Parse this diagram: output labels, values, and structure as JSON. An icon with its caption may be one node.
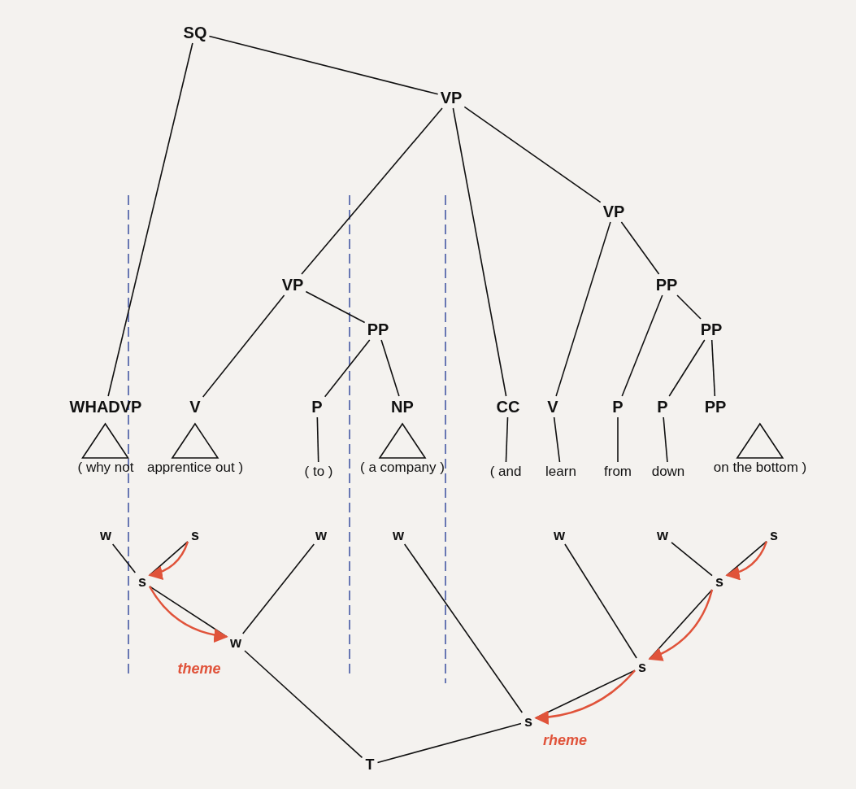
{
  "diagram": {
    "nodes": [
      {
        "text": [
          "SQ"
        ]
      },
      {
        "text": [
          "VP"
        ]
      },
      {
        "text": [
          "VP"
        ]
      },
      {
        "text": [
          "VP"
        ]
      },
      {
        "text": [
          "PP"
        ]
      },
      {
        "text": [
          "PP"
        ]
      },
      {
        "text": [
          "PP"
        ]
      },
      {
        "text": [
          "WHADVP"
        ]
      },
      {
        "text": [
          "V"
        ]
      },
      {
        "text": [
          "P"
        ]
      },
      {
        "text": [
          "NP"
        ]
      },
      {
        "text": [
          "CC"
        ]
      },
      {
        "text": [
          "V"
        ]
      },
      {
        "text": [
          "P"
        ]
      },
      {
        "text": [
          "P"
        ]
      },
      {
        "text": [
          "PP"
        ]
      },
      {
        "text": [
          "( why not"
        ]
      },
      {
        "text": [
          "apprentice out )"
        ]
      },
      {
        "text": [
          "( to )"
        ]
      },
      {
        "text": [
          "( a company )"
        ]
      },
      {
        "text": [
          "( and"
        ]
      },
      {
        "text": [
          "learn"
        ]
      },
      {
        "text": [
          "from"
        ]
      },
      {
        "text": [
          "down"
        ]
      },
      {
        "text": [
          "on the bottom )"
        ]
      },
      {
        "text": [
          "w"
        ]
      },
      {
        "text": [
          "s"
        ]
      },
      {
        "text": [
          "w"
        ]
      },
      {
        "text": [
          "w"
        ]
      },
      {
        "text": [
          "w"
        ]
      },
      {
        "text": [
          "w"
        ]
      },
      {
        "text": [
          "s"
        ]
      },
      {
        "text": [
          "s"
        ]
      },
      {
        "text": [
          "s"
        ]
      },
      {
        "text": [
          "w"
        ]
      },
      {
        "text": [
          "s"
        ]
      },
      {
        "text": [
          "s"
        ]
      },
      {
        "text": [
          "T"
        ]
      }
    ],
    "edges": [
      {
        "from": 0,
        "to": 7,
        "arrow": "none"
      },
      {
        "from": 0,
        "to": 1,
        "arrow": "none"
      },
      {
        "from": 1,
        "to": 2,
        "arrow": "none"
      },
      {
        "from": 1,
        "to": 11,
        "arrow": "none"
      },
      {
        "from": 1,
        "to": 3,
        "arrow": "none"
      },
      {
        "from": 2,
        "to": 8,
        "arrow": "none"
      },
      {
        "from": 2,
        "to": 5,
        "arrow": "none"
      },
      {
        "from": 5,
        "to": 9,
        "arrow": "none"
      },
      {
        "from": 5,
        "to": 10,
        "arrow": "none"
      },
      {
        "from": 3,
        "to": 12,
        "arrow": "none"
      },
      {
        "from": 3,
        "to": 4,
        "arrow": "none"
      },
      {
        "from": 4,
        "to": 13,
        "arrow": "none"
      },
      {
        "from": 4,
        "to": 6,
        "arrow": "none"
      },
      {
        "from": 6,
        "to": 14,
        "arrow": "none"
      },
      {
        "from": 6,
        "to": 15,
        "arrow": "none"
      },
      {
        "from": 9,
        "to": 18,
        "arrow": "none"
      },
      {
        "from": 11,
        "to": 20,
        "arrow": "none"
      },
      {
        "from": 12,
        "to": 21,
        "arrow": "none"
      },
      {
        "from": 13,
        "to": 22,
        "arrow": "none"
      },
      {
        "from": 14,
        "to": 23,
        "arrow": "none"
      },
      {
        "from": 25,
        "to": 32,
        "arrow": "none"
      },
      {
        "from": 26,
        "to": 32,
        "arrow": "none"
      },
      {
        "from": 32,
        "to": 34,
        "arrow": "none"
      },
      {
        "from": 27,
        "to": 34,
        "arrow": "none"
      },
      {
        "from": 34,
        "to": 37,
        "arrow": "none"
      },
      {
        "from": 30,
        "to": 33,
        "arrow": "none"
      },
      {
        "from": 31,
        "to": 33,
        "arrow": "none"
      },
      {
        "from": 33,
        "to": 35,
        "arrow": "none"
      },
      {
        "from": 29,
        "to": 35,
        "arrow": "none"
      },
      {
        "from": 35,
        "to": 36,
        "arrow": "none"
      },
      {
        "from": 28,
        "to": 36,
        "arrow": "none"
      },
      {
        "from": 36,
        "to": 37,
        "arrow": "none"
      },
      {
        "from": 26,
        "to": 32,
        "arrow": "to",
        "color": "#e0533a"
      },
      {
        "from": 32,
        "to": 34,
        "arrow": "to",
        "color": "#e0533a"
      },
      {
        "from": 31,
        "to": 33,
        "arrow": "to",
        "color": "#e0533a"
      },
      {
        "from": 33,
        "to": 35,
        "arrow": "to",
        "color": "#e0533a"
      },
      {
        "from": 35,
        "to": 36,
        "arrow": "to",
        "color": "#e0533a"
      }
    ],
    "labels": [
      "theme",
      "rheme"
    ]
  }
}
